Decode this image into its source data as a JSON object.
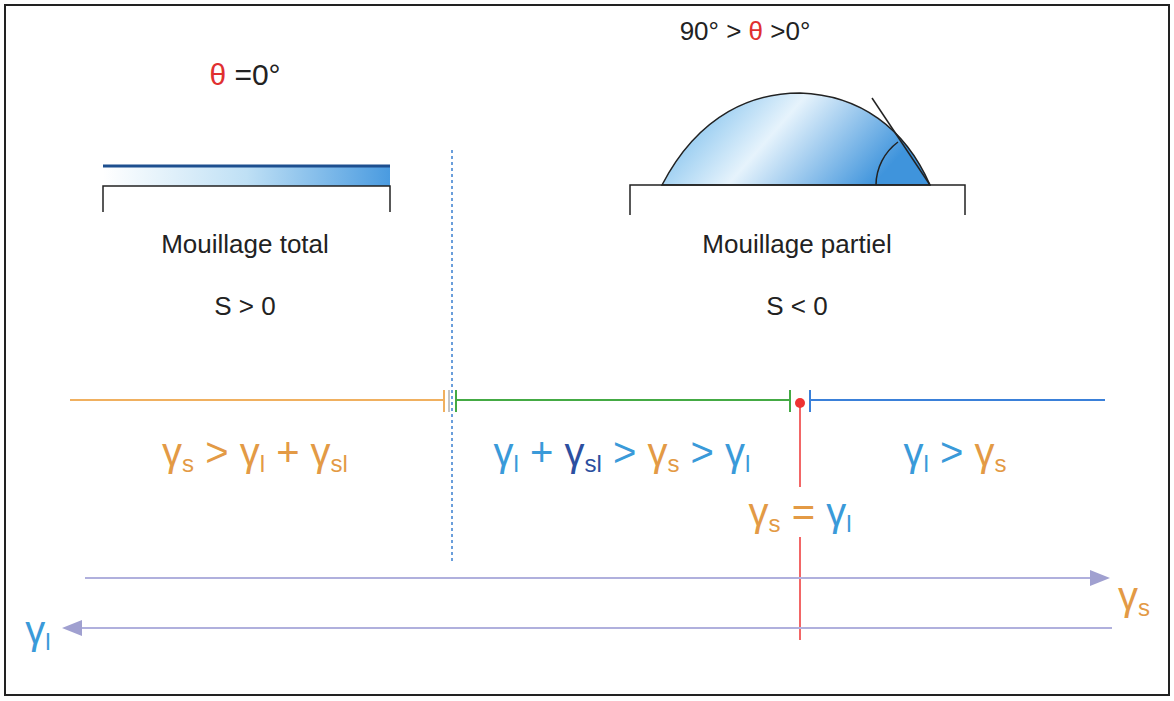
{
  "diagram": {
    "labels": [
      "θ =0°",
      "Mouillage total",
      "S > 0",
      "90° > θ >0°",
      "Mouillage partiel",
      "S < 0",
      "γs > γl + γsl",
      "γl + γsl > γs > γl",
      "γl > γs",
      "γs = γl",
      "γs",
      "γl"
    ]
  }
}
